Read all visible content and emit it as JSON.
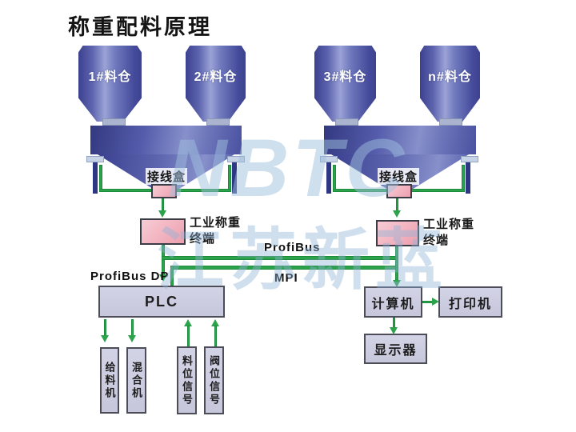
{
  "title": "称重配料原理",
  "watermark": {
    "letters": "NBTC",
    "name_cn": "江苏新蓝"
  },
  "silos": [
    {
      "label": "1#料仓"
    },
    {
      "label": "2#料仓"
    },
    {
      "label": "3#料仓"
    },
    {
      "label": "n#料仓"
    }
  ],
  "weigh_stations": [
    {
      "junction_box_label": "接线盒",
      "terminal_line1": "工业称重",
      "terminal_line2": "终端"
    },
    {
      "junction_box_label": "接线盒",
      "terminal_line1": "工业称重",
      "terminal_line2": "终端"
    }
  ],
  "bus_labels": {
    "profibus": "ProfiBus",
    "mpi": "MPI",
    "profibus_dp": "ProfiBus DP"
  },
  "plc_label": "PLC",
  "devices": {
    "computer": "计算机",
    "printer": "打印机",
    "display": "显示器"
  },
  "io_modules": [
    {
      "label": "给料机"
    },
    {
      "label": "混合机"
    },
    {
      "label": "料位信号"
    },
    {
      "label": "阀位信号"
    }
  ],
  "colors": {
    "line_green": "#2ca24b",
    "hopper_blue": "#4a51a0",
    "box_pink": "#f2b3c0",
    "box_lavender": "#c9c9de",
    "watermark_blue": "#9fc0de"
  }
}
